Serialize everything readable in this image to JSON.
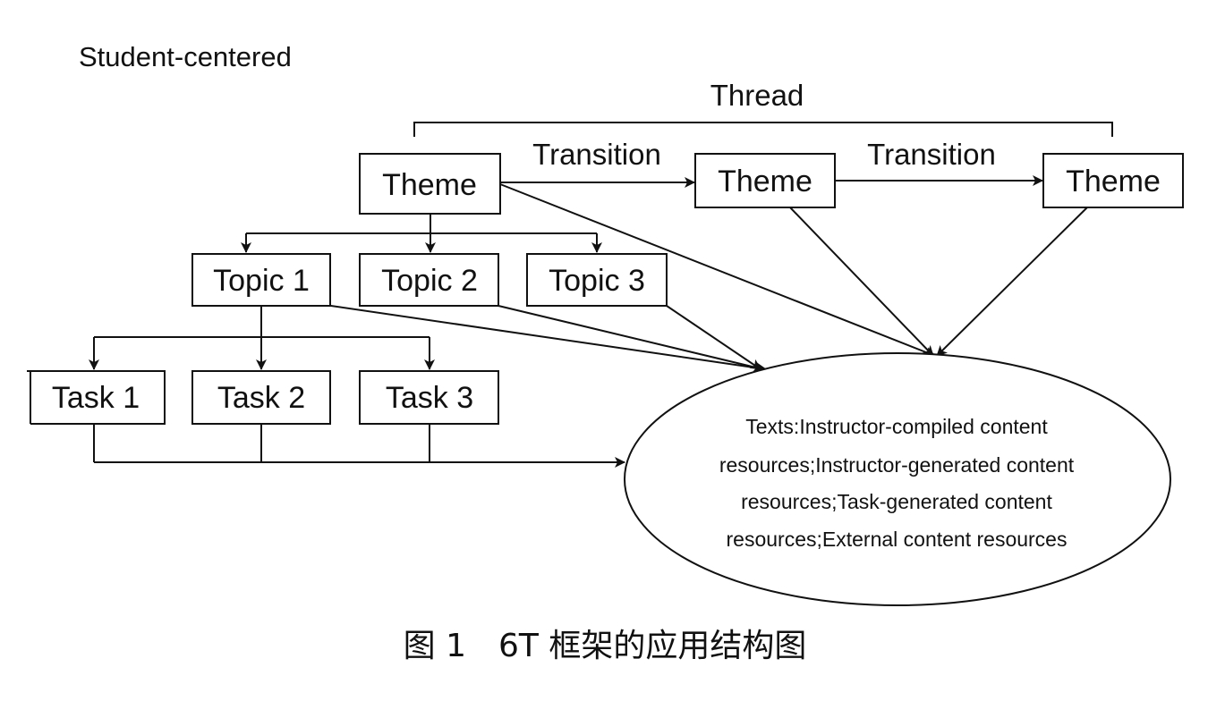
{
  "header": {
    "title": "Student-centered"
  },
  "thread": {
    "label": "Thread"
  },
  "themes": [
    {
      "label": "Theme"
    },
    {
      "label": "Theme"
    },
    {
      "label": "Theme"
    }
  ],
  "transitions": [
    {
      "label": "Transition"
    },
    {
      "label": "Transition"
    }
  ],
  "topics": [
    {
      "label": "Topic 1"
    },
    {
      "label": "Topic 2"
    },
    {
      "label": "Topic 3"
    }
  ],
  "tasks": [
    {
      "label": "Task 1"
    },
    {
      "label": "Task 2"
    },
    {
      "label": "Task 3"
    }
  ],
  "resources": {
    "lines": [
      "Texts:Instructor-compiled content",
      "resources;Instructor-generated content",
      "resources;Task-generated content",
      "resources;External content resources"
    ]
  },
  "caption": {
    "text": "图 1　6T 框架的应用结构图"
  }
}
